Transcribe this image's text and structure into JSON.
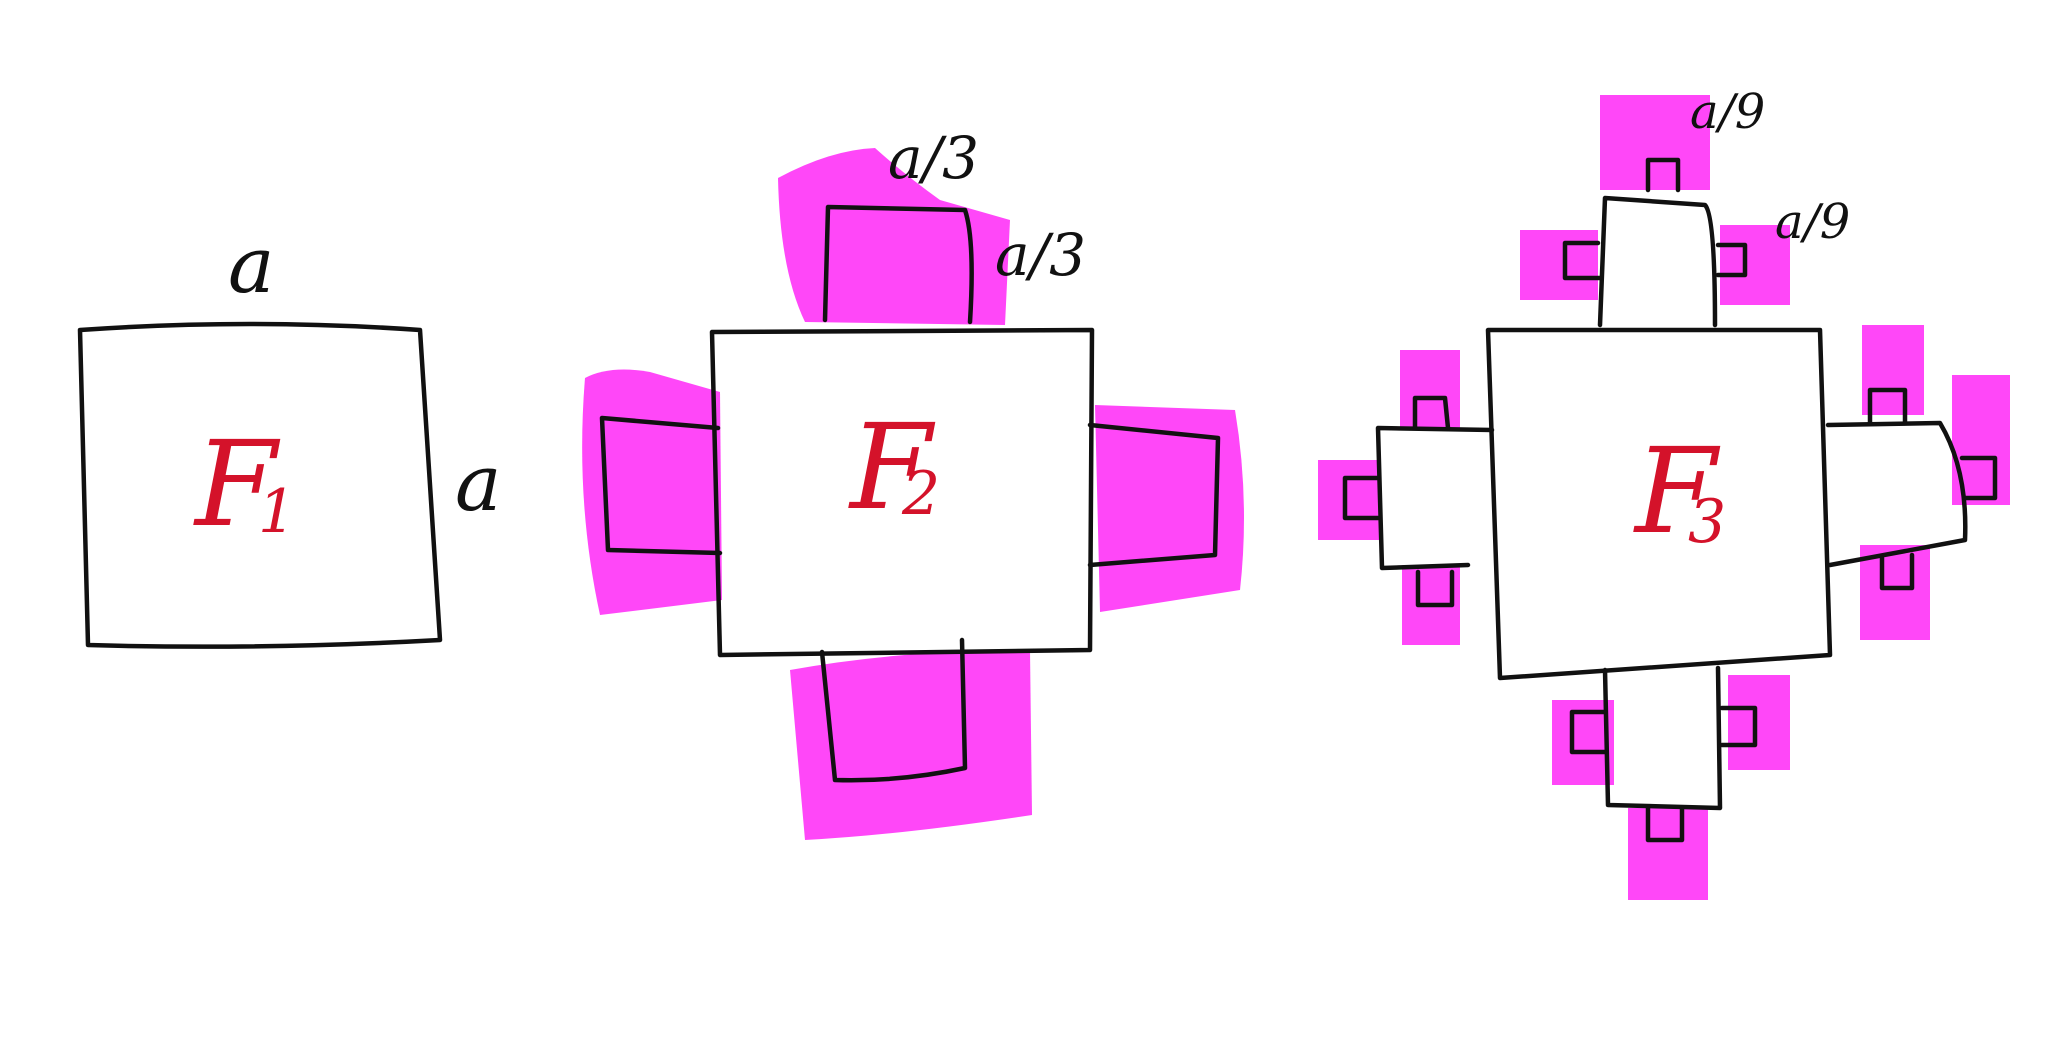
{
  "colors": {
    "stroke": "#111111",
    "highlight": "#ff3df8",
    "label": "#d4122a",
    "background": "#ffffff"
  },
  "figures": [
    {
      "label_main": "F",
      "label_sub": "1",
      "dimensions": [
        "a",
        "a"
      ]
    },
    {
      "label_main": "F",
      "label_sub": "2",
      "dimensions": [
        "a/3",
        "a/3"
      ]
    },
    {
      "label_main": "F",
      "label_sub": "3",
      "dimensions": [
        "a/9",
        "a/9"
      ]
    }
  ]
}
